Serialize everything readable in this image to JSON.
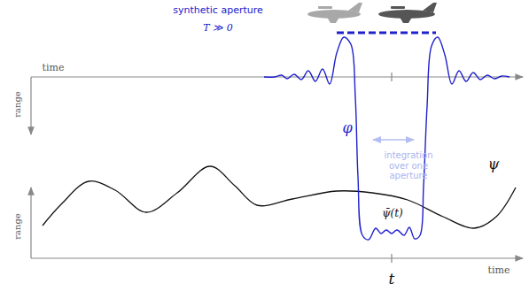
{
  "diagram": {
    "labels": [
      "synthetic aperture",
      "T ≫ 0",
      "time",
      "range",
      "φ",
      "integration over one aperture",
      "ψ̄(t)",
      "ψ",
      "range",
      "time",
      "t"
    ]
  }
}
